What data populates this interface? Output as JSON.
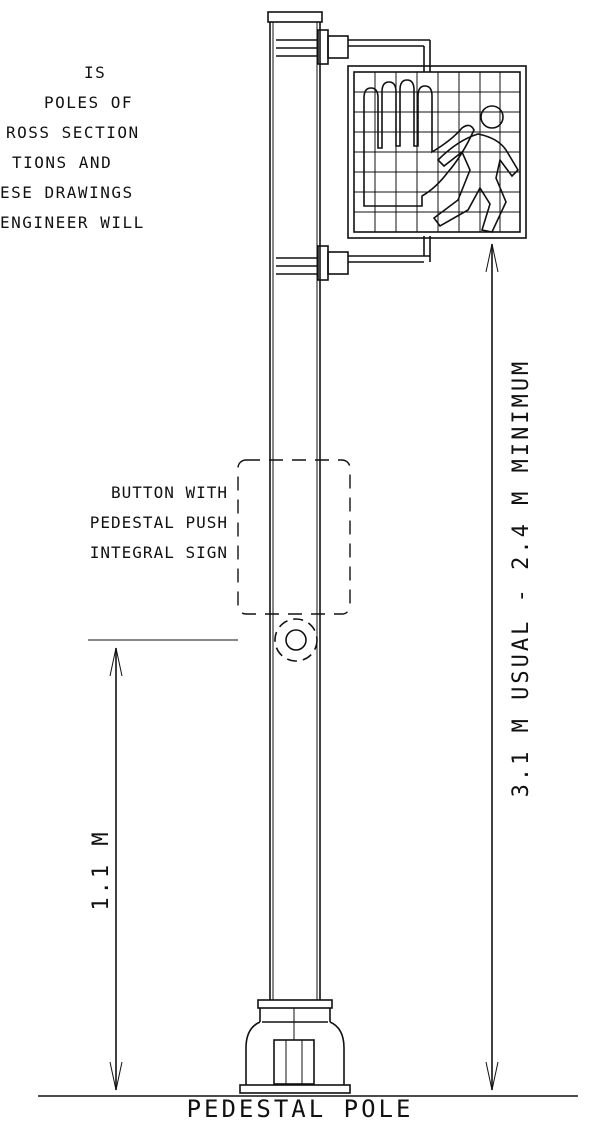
{
  "note_lines": [
    "IS",
    "POLES OF",
    "ROSS SECTION",
    "TIONS AND",
    "ESE DRAWINGS",
    "ENGINEER WILL"
  ],
  "button_label": [
    "BUTTON WITH",
    "PEDESTAL PUSH",
    "INTEGRAL SIGN"
  ],
  "dim_short": "1.1 M",
  "dim_long": "3.1 M USUAL  -  2.4 M MINIMUM",
  "caption": "PEDESTAL POLE"
}
